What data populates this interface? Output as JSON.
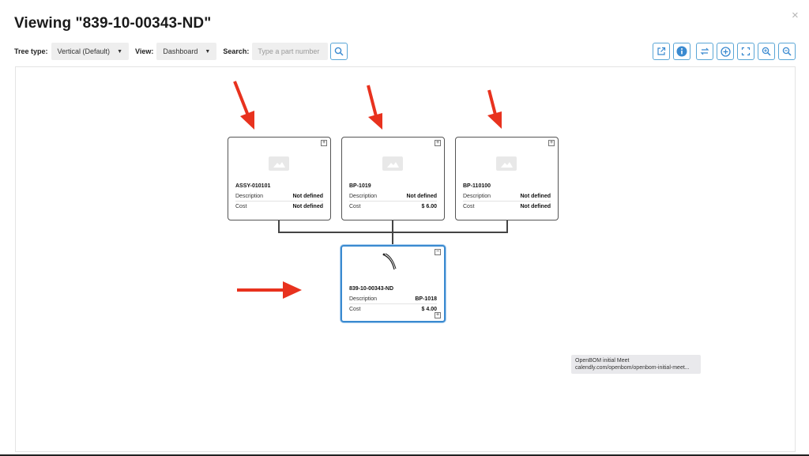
{
  "title": "Viewing \"839-10-00343-ND\"",
  "close_glyph": "×",
  "toolbar": {
    "tree_type_label": "Tree type:",
    "tree_type_value": "Vertical (Default)",
    "view_label": "View:",
    "view_value": "Dashboard",
    "search_label": "Search:",
    "search_placeholder": "Type a part number"
  },
  "tools": {
    "icons": [
      "open-external-icon",
      "info-icon",
      "swap-icon",
      "add-circle-icon",
      "fit-screen-icon",
      "zoom-in-icon",
      "zoom-out-icon"
    ]
  },
  "nodes": {
    "parent1": {
      "part_number": "ASSY-010101",
      "desc_label": "Description",
      "desc_value": "Not defined",
      "cost_label": "Cost",
      "cost_value": "Not defined",
      "toggle": "+"
    },
    "parent2": {
      "part_number": "BP-1019",
      "desc_label": "Description",
      "desc_value": "Not defined",
      "cost_label": "Cost",
      "cost_value": "$ 6.00",
      "toggle": "+"
    },
    "parent3": {
      "part_number": "BP-110100",
      "desc_label": "Description",
      "desc_value": "Not defined",
      "cost_label": "Cost",
      "cost_value": "Not defined",
      "toggle": "+"
    },
    "child": {
      "part_number": "839-10-00343-ND",
      "desc_label": "Description",
      "desc_value": "BP-1018",
      "cost_label": "Cost",
      "cost_value": "$ 4.00",
      "toggle_top": "−",
      "toggle_bottom": "+"
    }
  },
  "tooltip": {
    "line1": "OpenBOM initial Meet",
    "line2": "calendly.com/openbom/openbom-initial-meet..."
  },
  "colors": {
    "accent": "#3a8ad0",
    "annotation_arrow": "#e8321e",
    "connector": "#444444"
  }
}
